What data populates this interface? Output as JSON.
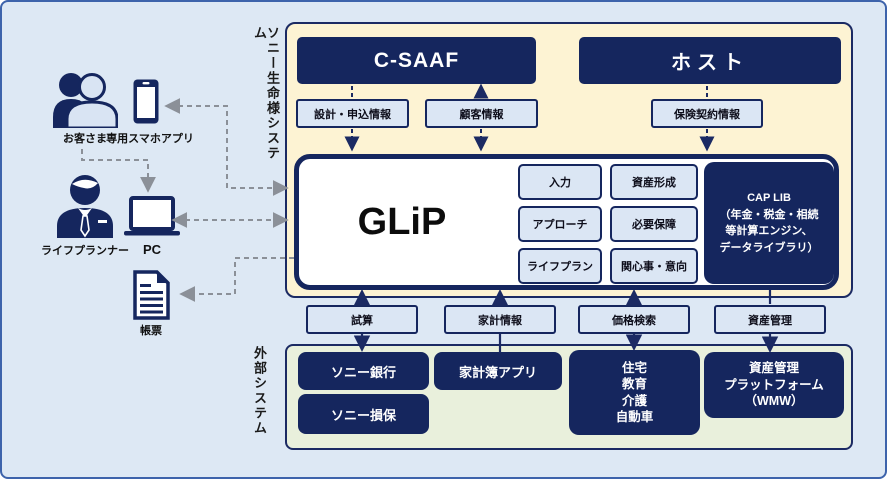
{
  "diagram": {
    "left": {
      "customer_label": "お客さま",
      "smartphone_label": "専用スマホアプリ",
      "planner_label": "ライフプランナー",
      "pc_label": "PC",
      "report_label": "帳票"
    },
    "sony_system": {
      "section_label": "ソニー生命様システム",
      "csaaf_label": "C-SAAF",
      "host_label": "ホスト",
      "design_info_label": "設計・申込情報",
      "customer_info_label": "顧客情報",
      "contract_info_label": "保険契約情報",
      "glip_title": "GLiP",
      "glip_functions_col1": [
        "入力",
        "アプローチ",
        "ライフプラン"
      ],
      "glip_functions_col2": [
        "資産形成",
        "必要保障",
        "関心事・意向"
      ],
      "cap_lib_lines": [
        "CAP LIB",
        "（年金・税金・相続",
        "等計算エンジン、",
        "データライブラリ）"
      ],
      "bridge_labels": [
        "試算",
        "家計情報",
        "価格検索",
        "資産管理"
      ]
    },
    "external_system": {
      "section_label": "外部システム",
      "sony_bank_label": "ソニー銀行",
      "sony_sonpo_label": "ソニー損保",
      "kakeibo_label": "家計簿アプリ",
      "life_services_lines": [
        "住宅",
        "教育",
        "介護",
        "自動車"
      ],
      "wmw_lines": [
        "資産管理",
        "プラットフォーム",
        "（WMW）"
      ]
    },
    "colors": {
      "navy": "#15265e",
      "panel_yellow": "#fdf3d3",
      "panel_green": "#e9f0dc",
      "label_fill": "#dbe6f4",
      "page_background": "#dde8f4",
      "outer_border": "#3d63ab",
      "gray_arrow": "#8b9098"
    }
  }
}
